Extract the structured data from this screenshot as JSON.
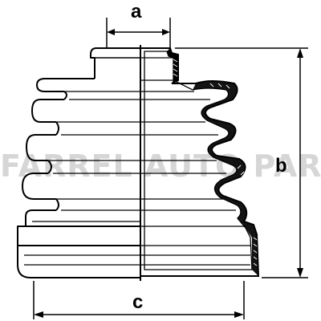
{
  "diagram": {
    "dimensions": {
      "a": "a",
      "b": "b",
      "c": "c"
    },
    "watermark": "FARREL AUTO PARTS"
  }
}
